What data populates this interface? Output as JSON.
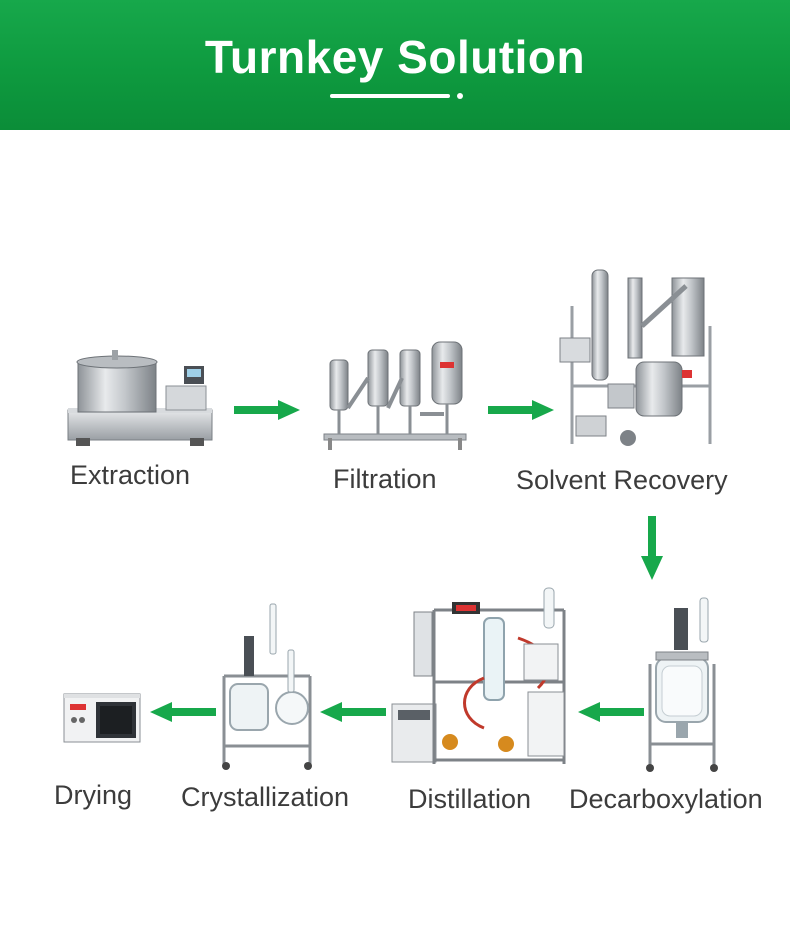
{
  "header": {
    "title": "Turnkey Solution",
    "background_color": "#0e9a3f"
  },
  "process": {
    "arrow_color": "#17a84b",
    "steps": [
      {
        "label": "Extraction",
        "icon": "extractor-machine"
      },
      {
        "label": "Filtration",
        "icon": "filter-housings"
      },
      {
        "label": "Solvent Recovery",
        "icon": "solvent-recovery-tower"
      },
      {
        "label": "Decarboxylation",
        "icon": "jacketed-glass-reactor"
      },
      {
        "label": "Distillation",
        "icon": "short-path-distillation-rig"
      },
      {
        "label": "Crystallization",
        "icon": "crystallization-glassware"
      },
      {
        "label": "Drying",
        "icon": "vacuum-oven"
      }
    ]
  }
}
